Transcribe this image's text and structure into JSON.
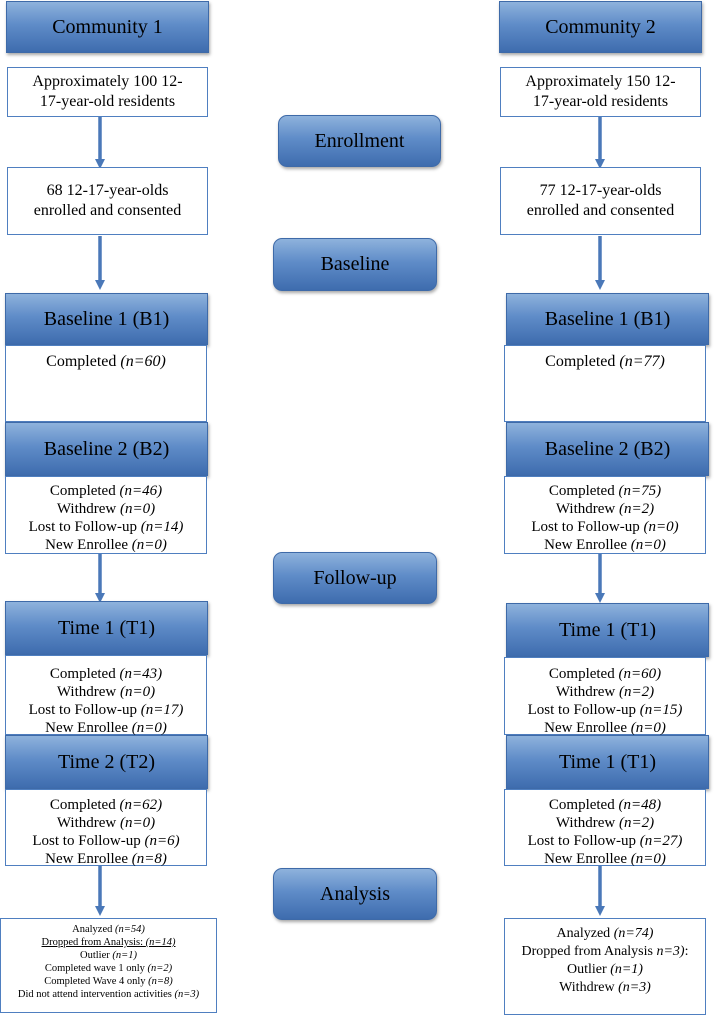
{
  "left": {
    "community": "Community 1",
    "residents": [
      "Approximately 100 12-",
      "17-year-old residents"
    ],
    "enrolled": [
      "68 12-17-year-olds",
      "enrolled and consented"
    ],
    "b1": {
      "title": "Baseline 1 (B1)",
      "completed_label": "Completed ",
      "completed_n": "(n=60)"
    },
    "b2": {
      "title": "Baseline 2 (B2)",
      "rows": [
        [
          "Completed ",
          "(n=46)"
        ],
        [
          "Withdrew ",
          "(n=0)"
        ],
        [
          "Lost to Follow-up ",
          "(n=14)"
        ],
        [
          "New Enrollee ",
          "(n=0)"
        ]
      ]
    },
    "t1": {
      "title": "Time 1 (T1)",
      "rows": [
        [
          "Completed ",
          "(n=43)"
        ],
        [
          "Withdrew ",
          "(n=0)"
        ],
        [
          "Lost to Follow-up ",
          "(n=17)"
        ],
        [
          "New Enrollee ",
          "(n=0)"
        ]
      ]
    },
    "t2": {
      "title": "Time 2 (T2)",
      "rows": [
        [
          "Completed ",
          "(n=62)"
        ],
        [
          "Withdrew ",
          "(n=0)"
        ],
        [
          "Lost to Follow-up ",
          "(n=6)"
        ],
        [
          "New Enrollee ",
          "(n=8)"
        ]
      ]
    },
    "analysis": {
      "analyzed": [
        "Analyzed ",
        "(n=54)"
      ],
      "dropped": [
        "Dropped from Analysis: ",
        "(n=14)"
      ],
      "rows": [
        [
          "Outlier ",
          "(n=1)"
        ],
        [
          "Completed wave 1 only ",
          "(n=2)"
        ],
        [
          "Completed Wave 4 only ",
          "(n=8)"
        ],
        [
          "Did not attend intervention activities ",
          "(n=3)"
        ]
      ]
    }
  },
  "right": {
    "community": "Community 2",
    "residents": [
      "Approximately 150 12-",
      "17-year-old residents"
    ],
    "enrolled": [
      "77 12-17-year-olds",
      "enrolled and consented"
    ],
    "b1": {
      "title": "Baseline 1 (B1)",
      "completed_label": "Completed ",
      "completed_n": "(n=77)"
    },
    "b2": {
      "title": "Baseline 2 (B2)",
      "rows": [
        [
          "Completed ",
          "(n=75)"
        ],
        [
          "Withdrew ",
          "(n=2)"
        ],
        [
          "Lost to Follow-up ",
          "(n=0)"
        ],
        [
          "New Enrollee ",
          "(n=0)"
        ]
      ]
    },
    "t1": {
      "title": "Time 1 (T1)",
      "rows": [
        [
          "Completed ",
          "(n=60)"
        ],
        [
          "Withdrew ",
          "(n=2)"
        ],
        [
          "Lost to Follow-up ",
          "(n=15)"
        ],
        [
          "New Enrollee ",
          "(n=0)"
        ]
      ]
    },
    "t2": {
      "title": "Time 1 (T1)",
      "rows": [
        [
          "Completed ",
          "(n=48)"
        ],
        [
          "Withdrew ",
          "(n=2)"
        ],
        [
          "Lost to Follow-up ",
          "(n=27)"
        ],
        [
          "New Enrollee ",
          "(n=0)"
        ]
      ]
    },
    "analysis": {
      "analyzed": [
        "Analyzed ",
        "(n=74)"
      ],
      "dropped": [
        "Dropped from Analysis ",
        "n=3)",
        ":"
      ],
      "rows": [
        [
          "Outlier ",
          "(n=1)"
        ],
        [
          "Withdrew ",
          "(n=3)"
        ]
      ]
    }
  },
  "stages": {
    "enrollment": "Enrollment",
    "baseline": "Baseline",
    "followup": "Follow-up",
    "analysis": "Analysis"
  },
  "colors": {
    "header_top": "#8eb2dc",
    "header_bottom": "#3e6cae",
    "arrow": "#4a78b8",
    "border": "#4f7fc0"
  }
}
